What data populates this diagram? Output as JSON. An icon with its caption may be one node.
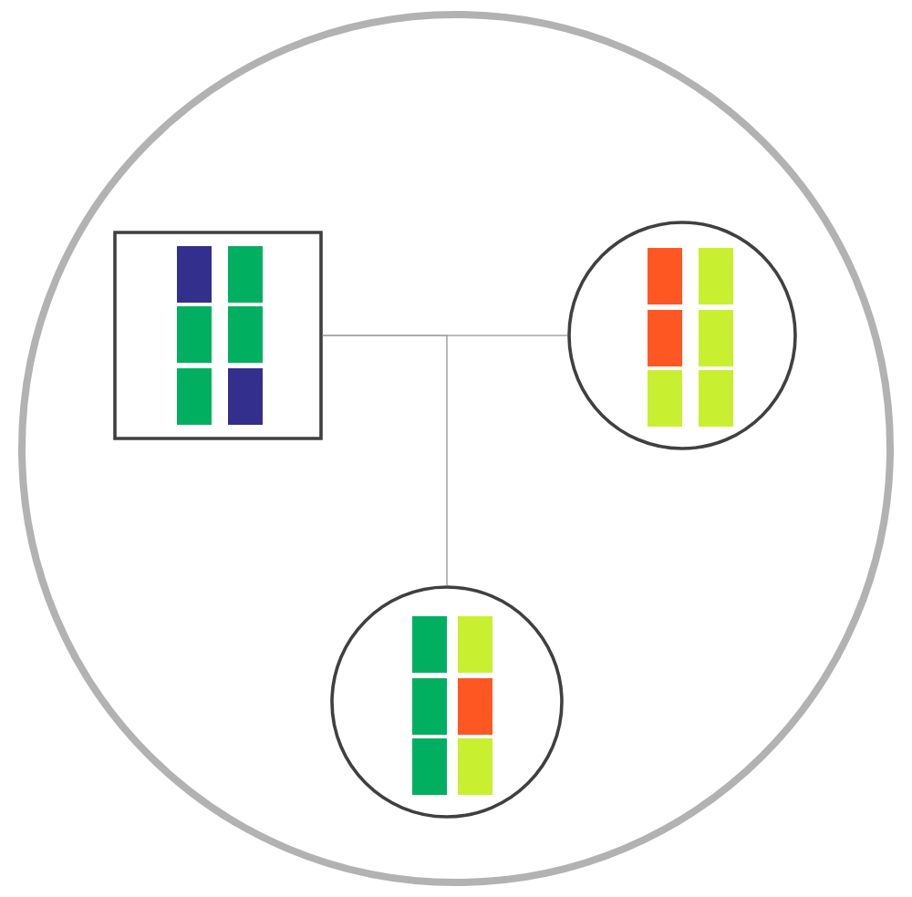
{
  "diagram": {
    "nodes": [
      {
        "text": [],
        "shape": "circle"
      },
      {
        "text": [],
        "shape": "box",
        "in": 0
      },
      {
        "text": [],
        "shape": "circle",
        "in": 0
      },
      {
        "text": [],
        "shape": "circle",
        "in": 0
      }
    ],
    "edges": [
      {
        "from": 1,
        "to": 2,
        "arrow": "none"
      },
      {
        "from": 1,
        "to": 3,
        "arrow": "none"
      }
    ]
  }
}
